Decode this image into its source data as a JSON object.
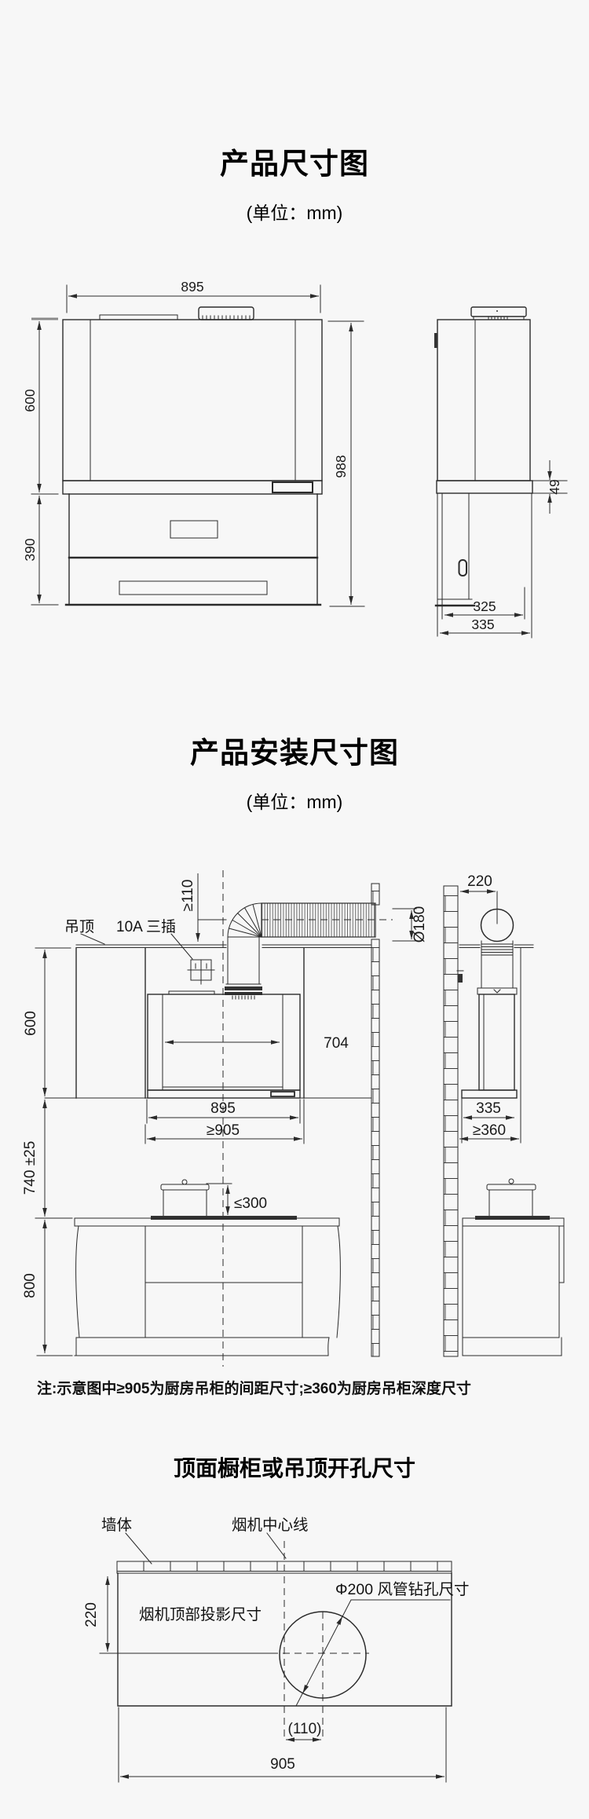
{
  "colors": {
    "background": "#f7f7f7",
    "line": "#2b2b2b",
    "dark_fill": "#333333"
  },
  "s1": {
    "title": "产品尺寸图",
    "unit": "(单位：mm)",
    "d895": "895",
    "d600": "600",
    "d390": "390",
    "d988": "988",
    "d49": "49",
    "d325": "325",
    "d335": "335"
  },
  "s2": {
    "title": "产品安装尺寸图",
    "unit": "(单位：mm)",
    "ceiling": "吊顶",
    "socket": "10A 三插",
    "d110": "≥110",
    "d704": "704",
    "d600": "600",
    "d895": "895",
    "d905": "≥905",
    "d740": "740 ±25",
    "d300": "≤300",
    "d800": "800",
    "d220": "220",
    "d180": "Ø180",
    "d335": "335",
    "d360": "≥360",
    "note": "注:示意图中≥905为厨房吊柜的间距尺寸;≥360为厨房吊柜深度尺寸"
  },
  "s3": {
    "title": "顶面橱柜或吊顶开孔尺寸",
    "wall": "墙体",
    "centerline": "烟机中心线",
    "projection": "烟机顶部投影尺寸",
    "drill": "Φ200 风管钻孔尺寸",
    "d220": "220",
    "d110": "(110)",
    "d905": "905"
  }
}
